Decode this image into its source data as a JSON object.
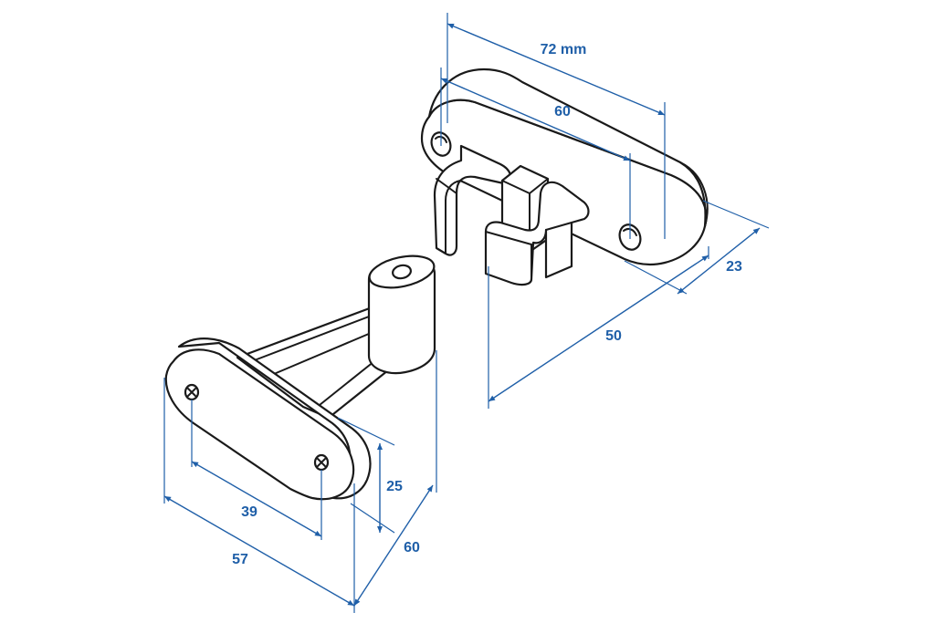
{
  "colors": {
    "dimension": "#1f5fa8",
    "outline": "#1a1a1a",
    "background": "#ffffff"
  },
  "dimensions": {
    "length_overall": "72 mm",
    "hole_spacing_top": "60",
    "depth_top": "23",
    "height_top": "50",
    "stud_height": "25",
    "hole_spacing_bottom": "39",
    "plate_length": "57",
    "reach_bottom": "60"
  }
}
